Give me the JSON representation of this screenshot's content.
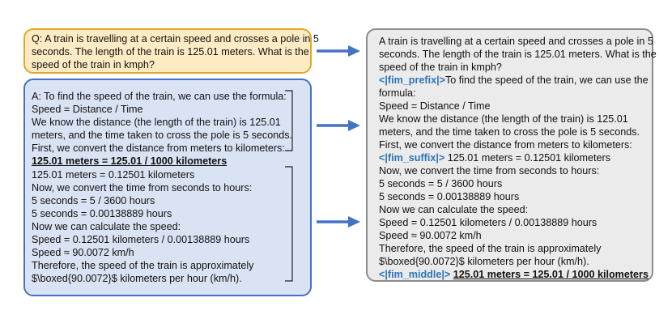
{
  "question": {
    "lines": [
      "Q: A train is travelling at a certain speed and crosses a pole in 5",
      "seconds. The length of the train is 125.01 meters. What is the",
      "speed of the train in kmph?"
    ]
  },
  "answer": {
    "prefix_lines": [
      "A: To find the speed of the train, we can use the formula:",
      "Speed = Distance / Time",
      "We know the distance (the length of the train) is 125.01",
      "meters, and the time taken to cross the pole is 5 seconds.",
      "First, we convert the distance from meters to kilometers:"
    ],
    "middle_line": "125.01 meters = 125.01 / 1000 kilometers",
    "suffix_lines": [
      "125.01 meters = 0.12501 kilometers",
      "Now, we convert the time from seconds to hours:",
      "5 seconds = 5 / 3600 hours",
      "5 seconds = 0.00138889 hours",
      "Now we can calculate the speed:",
      "Speed = 0.12501 kilometers / 0.00138889 hours",
      "Speed ≈ 90.0072 km/h",
      "Therefore, the speed of the train is approximately",
      "$\\boxed{90.0072}$  kilometers per hour (km/h)."
    ]
  },
  "output": {
    "question_lines": [
      "A train is travelling at a certain speed and crosses a pole in 5",
      "seconds. The length of the train is 125.01 meters. What is the",
      "speed of the train in kmph?"
    ],
    "fim_prefix_token": "<|fim_prefix|>",
    "prefix_first": "To find the speed of the train, we can use the",
    "prefix_lines": [
      "formula:",
      "Speed = Distance / Time",
      "We know the distance (the length of the train) is 125.01",
      "meters, and the time taken to cross the pole is 5 seconds.",
      "First, we convert the distance from meters to kilometers:"
    ],
    "fim_suffix_token": "<|fim_suffix|>",
    "suffix_first": " 125.01 meters = 0.12501 kilometers",
    "suffix_lines": [
      "Now, we convert the time from seconds to hours:",
      "5 seconds = 5 / 3600 hours",
      "5 seconds = 0.00138889 hours",
      "Now we can calculate the speed:",
      "Speed = 0.12501 kilometers / 0.00138889 hours",
      "Speed ≈ 90.0072 km/h",
      "Therefore, the speed of the train is approximately",
      "$\\boxed{90.0072}$  kilometers per hour (km/h)."
    ],
    "fim_middle_token": "<|fim_middle|>",
    "middle_text": "125.01 meters = 125.01 / 1000 kilometers"
  },
  "colors": {
    "question_fill": "#fdebc3",
    "question_border": "#e0a72c",
    "answer_fill": "#dae3f3",
    "answer_border": "#4472c4",
    "output_fill": "#ebebeb",
    "output_border": "#8c8c8c",
    "token_color": "#2e75b6",
    "arrow_color": "#4472c4"
  }
}
